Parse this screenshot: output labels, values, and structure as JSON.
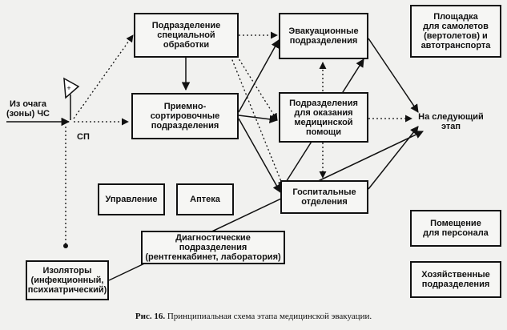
{
  "nodes": {
    "special_processing": [
      "Подразделение",
      "специальной обработки"
    ],
    "evacuation": [
      "Эвакуационные",
      "подразделения"
    ],
    "landing_site": [
      "Площадка",
      "для самолетов",
      "(вертолетов) и",
      "автотранспорта"
    ],
    "source": [
      "Из очага",
      "(зоны) ЧС"
    ],
    "sp": "СП",
    "sorting": [
      "Приемно-сортировочные",
      "подразделения"
    ],
    "medical_aid": [
      "Подразделения",
      "для оказания",
      "медицинской",
      "помощи"
    ],
    "next_stage": [
      "На следующий",
      "этап"
    ],
    "management": "Управление",
    "pharmacy": "Аптека",
    "hospital": [
      "Госпитальные",
      "отделения"
    ],
    "staff_room": [
      "Помещение",
      "для персонала"
    ],
    "diagnostics": [
      "Диагностические подразделения",
      "(рентгенкабинет, лаборатория)"
    ],
    "isolators": [
      "Изоляторы",
      "(инфекционный,",
      "психиатрический)"
    ],
    "household": [
      "Хозяйственные",
      "подразделения"
    ]
  },
  "caption": {
    "figure": "Рис. 16.",
    "text": "Принципиальная схема этапа медицинской эвакуации."
  }
}
